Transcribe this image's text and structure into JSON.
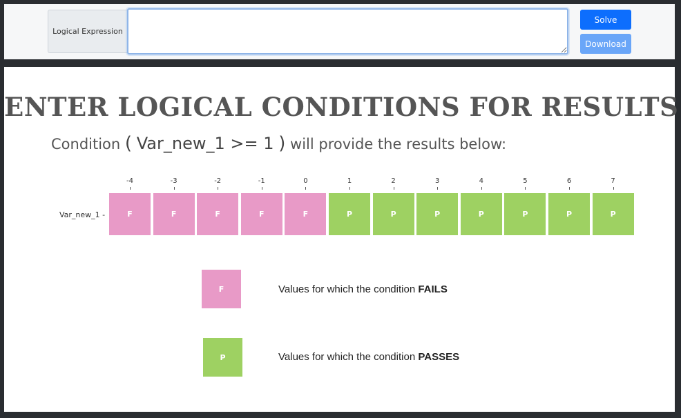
{
  "toolbar": {
    "expression_label": "Logical Expression",
    "expression_value": "",
    "solve_label": "Solve",
    "download_label": "Download",
    "primary_color": "#0d6efd"
  },
  "panel": {
    "heading": "ENTER LOGICAL CONDITIONS FOR RESULTS",
    "condition_prefix": "Condition",
    "condition_expr": "Var_new_1 >= 1",
    "condition_suffix": "will provide the results below:",
    "variable_label": "Var_new_1 -",
    "ticks": [
      "-4",
      "-3",
      "-2",
      "-1",
      "0",
      "1",
      "2",
      "3",
      "4",
      "5",
      "6",
      "7"
    ],
    "cells": [
      "F",
      "F",
      "F",
      "F",
      "F",
      "P",
      "P",
      "P",
      "P",
      "P",
      "P",
      "P"
    ],
    "fail_color": "#e89ac7",
    "pass_color": "#9ed162"
  },
  "legend": {
    "fail_symbol": "F",
    "fail_text": "Values for which the condition",
    "fail_word": "FAILS",
    "pass_symbol": "P",
    "pass_text": "Values for which the condition",
    "pass_word": "PASSES"
  }
}
